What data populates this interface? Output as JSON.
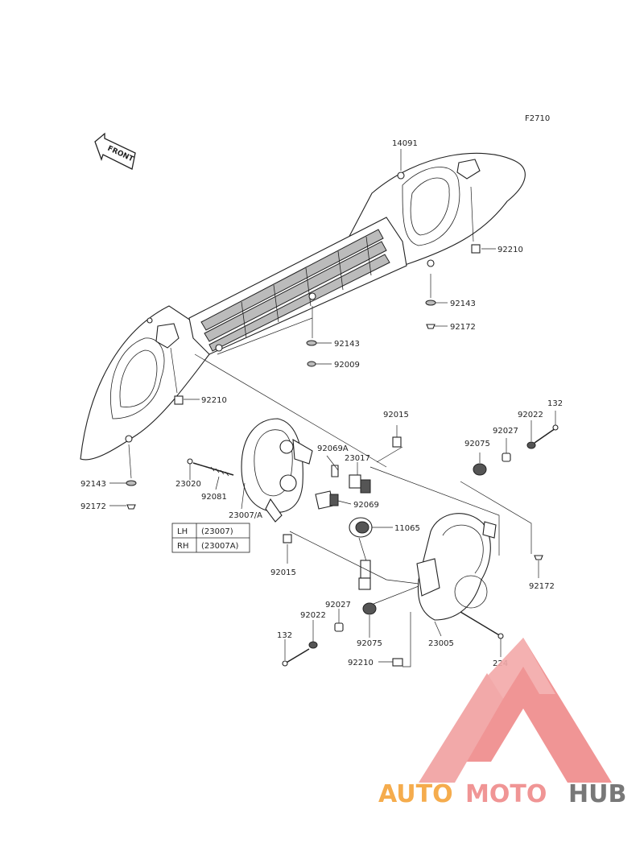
{
  "figure_code": "F2710",
  "front_label": "FRONT",
  "callouts": {
    "c14091": "14091",
    "c92210_a": "92210",
    "c92143_a": "92143",
    "c92172_a": "92172",
    "c92143_b": "92143",
    "c92009": "92009",
    "c92210_b": "92210",
    "c92015_a": "92015",
    "c132_a": "132",
    "c92022_a": "92022",
    "c92027_a": "92027",
    "c92075_a": "92075",
    "c92069A": "92069A",
    "c23017": "23017",
    "c23020": "23020",
    "c92081": "92081",
    "c92069": "92069",
    "c23007A": "23007/A",
    "c11065": "11065",
    "c92143_c": "92143",
    "c92172_c": "92172",
    "c92015_b": "92015",
    "c92172_d": "92172",
    "c92027_b": "92027",
    "c92022_b": "92022",
    "c132_b": "132",
    "c92075_b": "92075",
    "c23005": "23005",
    "c92210_c": "92210",
    "c224": "224"
  },
  "side_table": [
    {
      "side": "LH",
      "part": "(23007)"
    },
    {
      "side": "RH",
      "part": "(23007A)"
    }
  ],
  "watermark": {
    "part1": "AUTO",
    "part2": "MOTO",
    "part3": "HUB",
    "colors": {
      "orange": "#f5a43a",
      "red": "#ef8a8a",
      "gray": "#6a6a6a"
    }
  }
}
